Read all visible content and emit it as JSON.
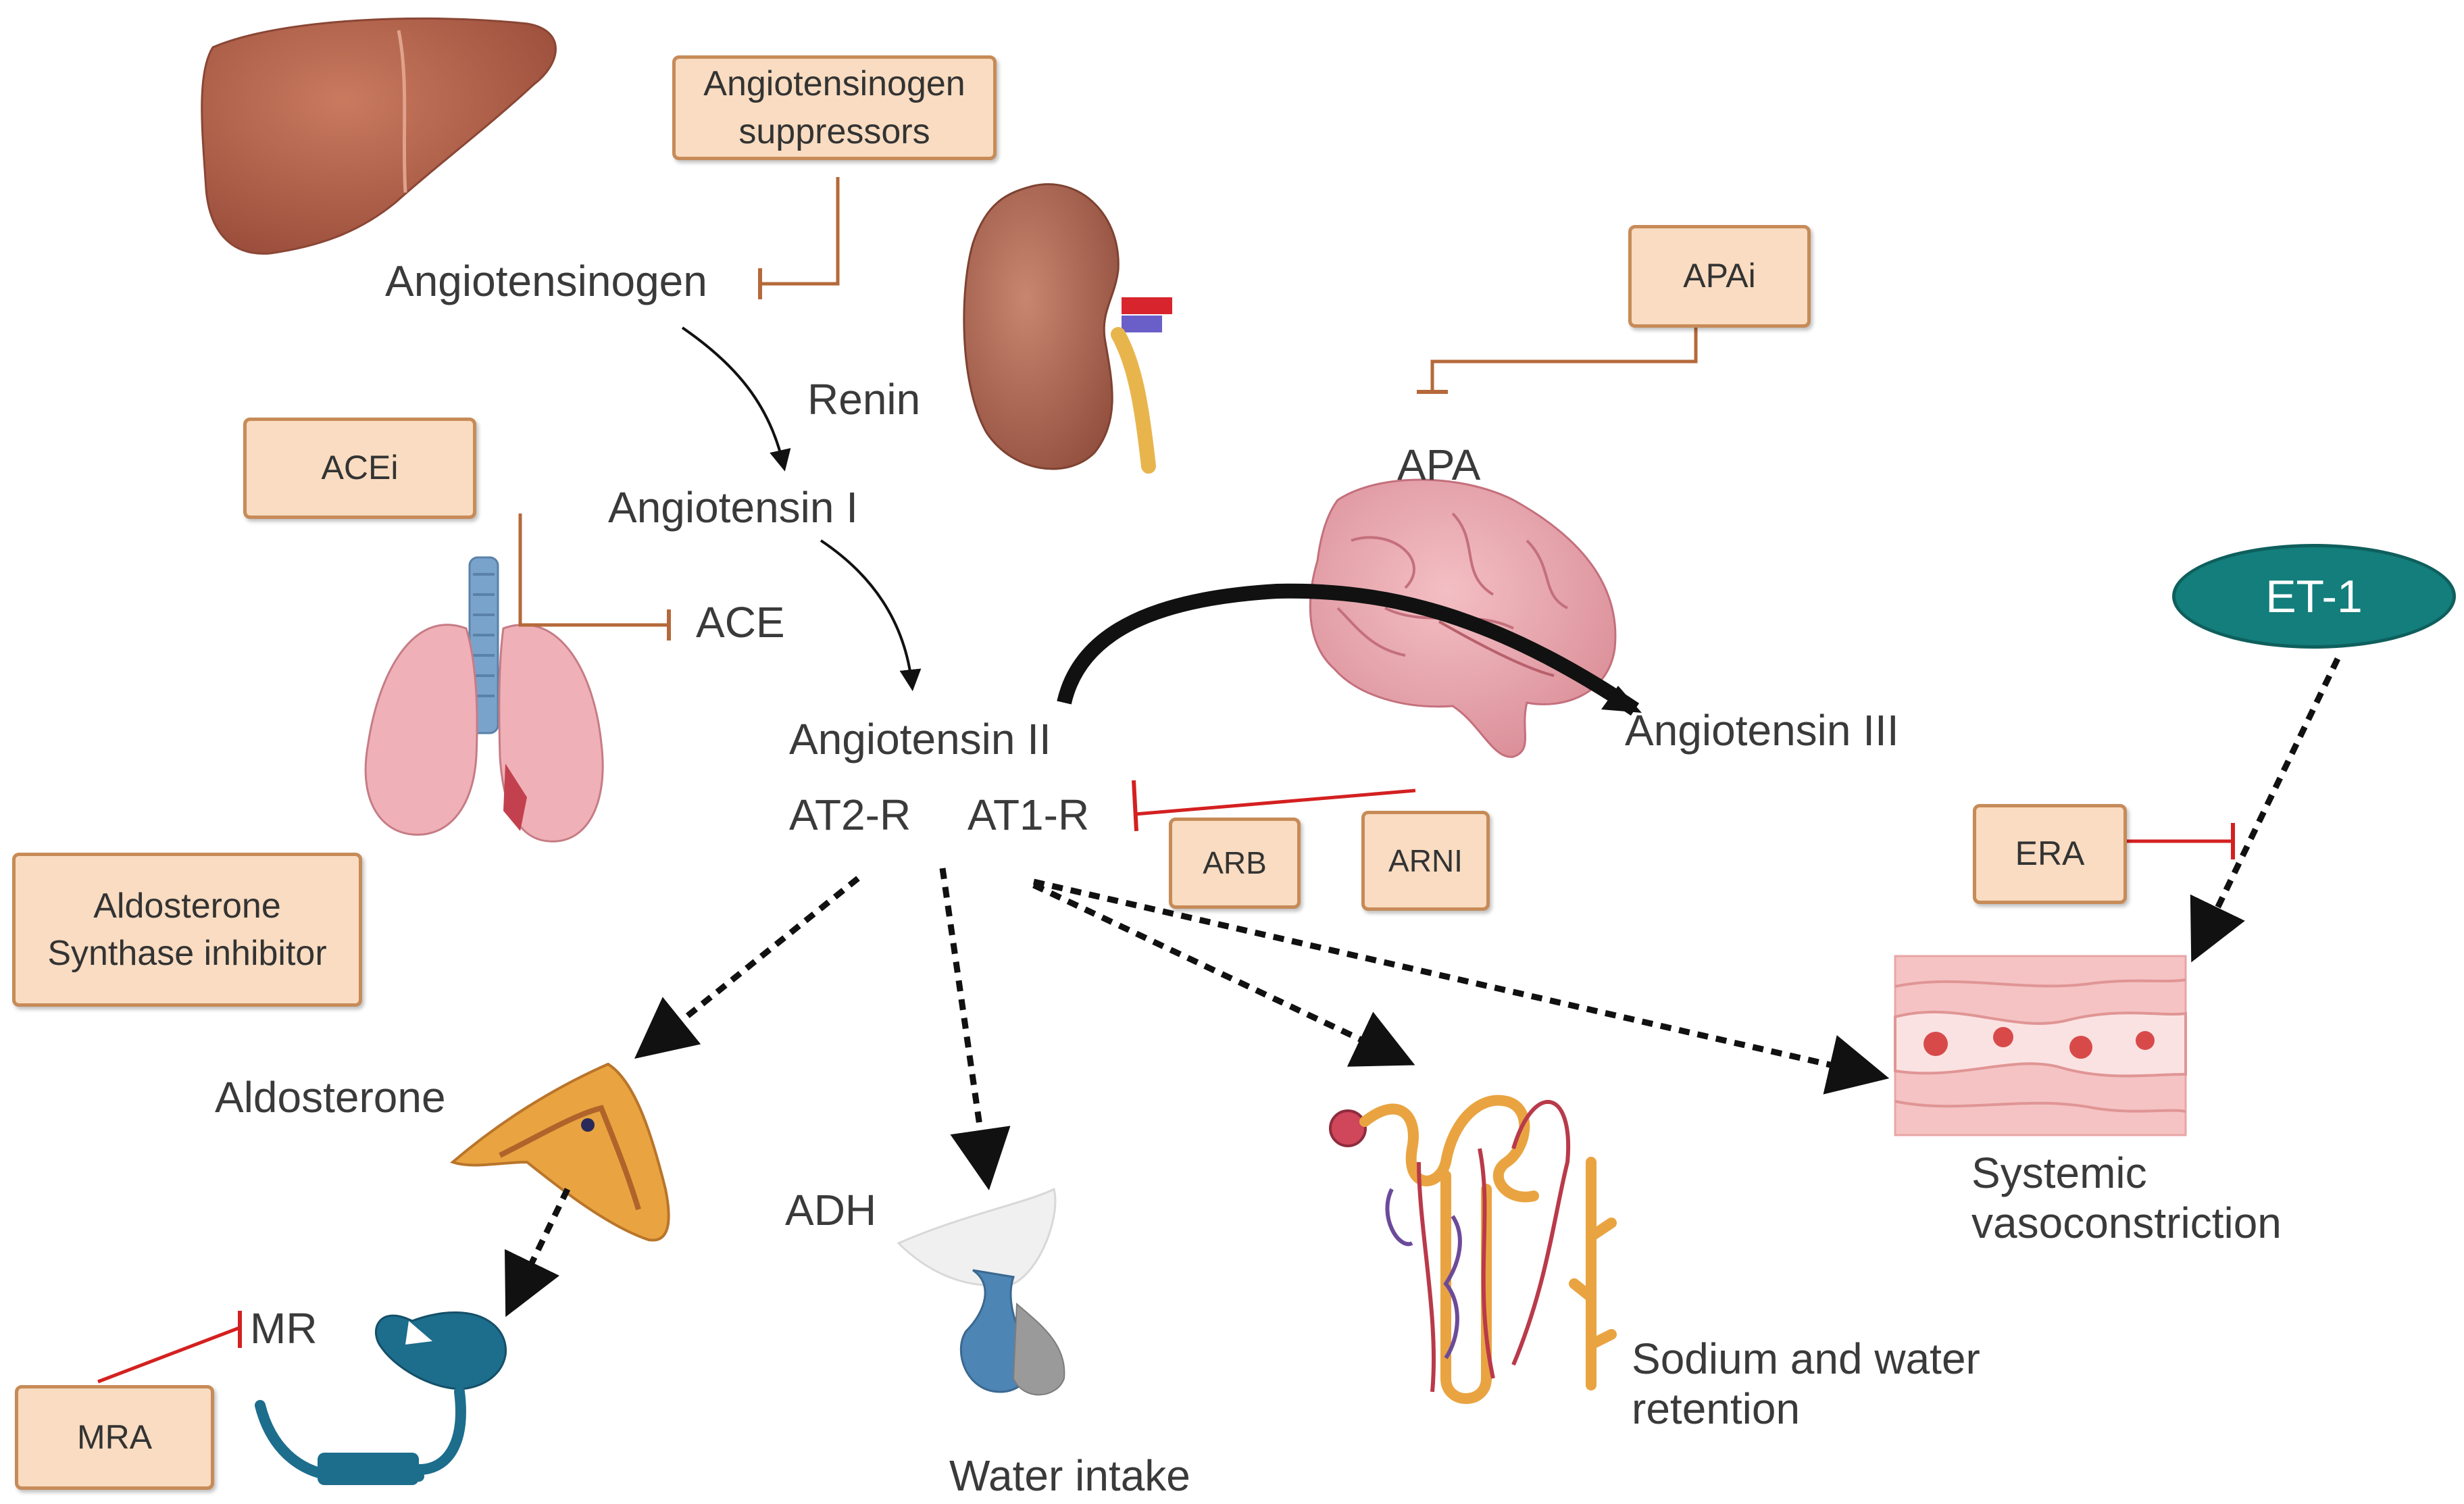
{
  "labels": {
    "angiotensinogen": "Angiotensinogen",
    "renin": "Renin",
    "angiotensin_1": "Angiotensin I",
    "ace": "ACE",
    "angiotensin_2": "Angiotensin II",
    "at2r": "AT2-R",
    "at1r": "AT1-R",
    "apa": "APA",
    "angiotensin_3": "Angiotensin III",
    "aldosterone": "Aldosterone",
    "adh": "ADH",
    "mr": "MR",
    "water_intake": "Water intake",
    "sodium_retention": "Sodium and water\nretention",
    "systemic_vasoconstriction": "Systemic\nvasoconstriction"
  },
  "boxes": {
    "angiotensinogen_suppressors": "Angiotensinogen\nsuppressors",
    "apai": "APAi",
    "acei": "ACEi",
    "aldosterone_synthase_inhibitor": "Aldosterone\nSynthase inhibitor",
    "arb": "ARB",
    "arni": "ARNI",
    "era": "ERA",
    "mra": "MRA"
  },
  "et1": "ET-1",
  "colors": {
    "box_fill": "#f9dcc1",
    "box_border": "#c78b58",
    "inhibitor_line_brown": "#b5693a",
    "inhibitor_line_red": "#d42020",
    "et1_fill": "#137e7b",
    "text": "#3a3a3a"
  },
  "icons": [
    "liver-icon",
    "kidney-icon",
    "lungs-icon",
    "brain-icon",
    "adrenal-gland-icon",
    "receptor-icon",
    "pituitary-icon",
    "nephron-icon",
    "blood-vessel-icon"
  ]
}
